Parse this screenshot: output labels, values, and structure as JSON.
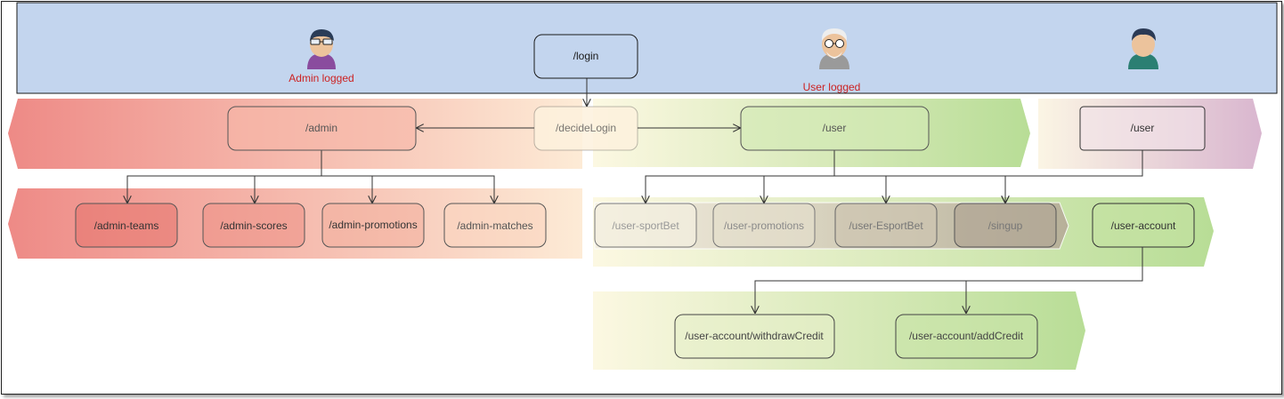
{
  "actors": {
    "admin": {
      "label": "Admin logged",
      "label_color": "#cc2222"
    },
    "user": {
      "label": "User logged",
      "label_color": "#cc2222"
    },
    "guest": {
      "label": ""
    }
  },
  "nodes": {
    "login": "/login",
    "decide_login": "/decideLogin",
    "admin": "/admin",
    "user": "/user",
    "user_guest": "/user",
    "admin_teams": "/admin-teams",
    "admin_scores": "/admin-scores",
    "admin_promotions": "/admin-promotions",
    "admin_matches": "/admin-matches",
    "user_sportbet": "/user-sportBet",
    "user_promotions": "/user-promotions",
    "user_esportbet": "/user-EsportBet",
    "singup": "/singup",
    "user_account": "/user-account",
    "withdraw_credit": "/user-account/withdrawCredit",
    "add_credit": "/user-account/addCredit"
  },
  "colors": {
    "header_band": "#c3d5ee",
    "admin_zone": "#ee8a86",
    "user_zone": "#b6dc94",
    "guest_zone": "#dcbad2",
    "cream": "#fdf6e0",
    "connector": "#333333"
  },
  "icons": [
    "admin-avatar-icon",
    "user-avatar-icon",
    "guest-avatar-icon"
  ]
}
